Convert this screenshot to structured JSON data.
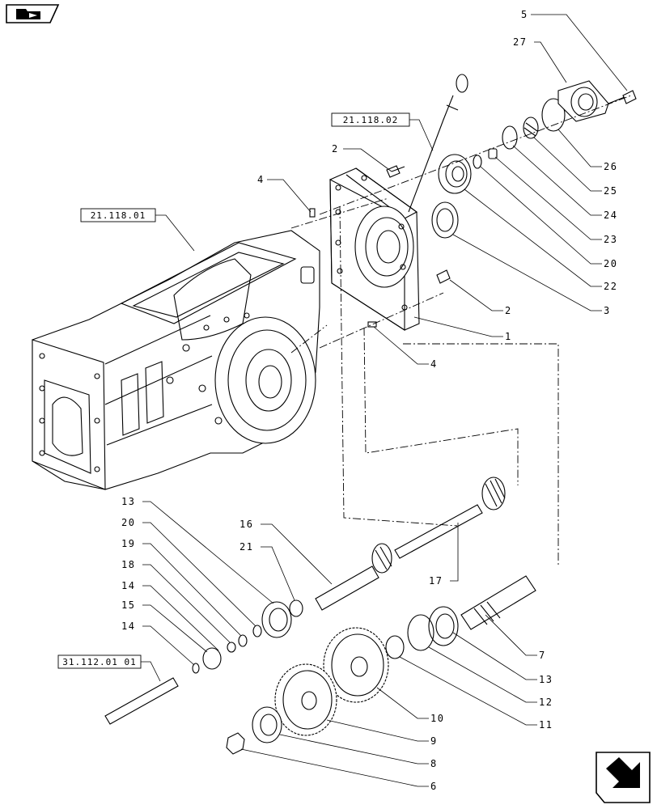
{
  "nav": {
    "top_icon": "folder-arrow-icon",
    "bottom_icon": "next-page-arrow-icon"
  },
  "refs": {
    "r1": "21.118.02",
    "r2": "21.118.01",
    "r3": "31.112.01 01"
  },
  "callouts": {
    "c5": "5",
    "c27": "27",
    "c26": "26",
    "c25": "25",
    "c24": "24",
    "c23": "23",
    "c20a": "20",
    "c22": "22",
    "c3": "3",
    "c2a": "2",
    "c2b": "2",
    "c1": "1",
    "c4a": "4",
    "c4b": "4",
    "c13a": "13",
    "c20b": "20",
    "c19": "19",
    "c18": "18",
    "c14a": "14",
    "c15": "15",
    "c14b": "14",
    "c16": "16",
    "c21": "21",
    "c17": "17",
    "c7": "7",
    "c13b": "13",
    "c12": "12",
    "c11": "11",
    "c10": "10",
    "c9": "9",
    "c8": "8",
    "c6": "6"
  }
}
